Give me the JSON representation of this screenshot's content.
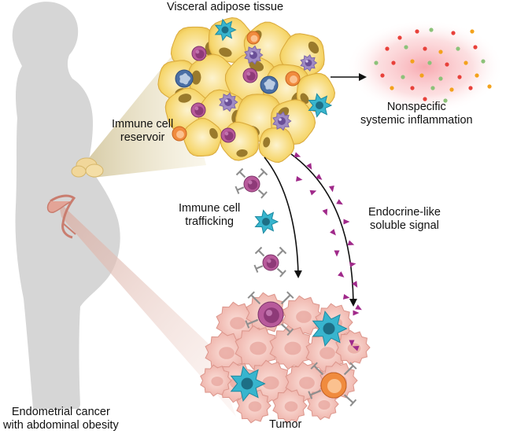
{
  "labels": {
    "visceral": "Visceral adipose tissue",
    "reservoir": [
      "Immune cell",
      "reservoir"
    ],
    "inflammation": [
      "Nonspecific",
      "systemic inflammation"
    ],
    "trafficking": [
      "Immune cell",
      "trafficking"
    ],
    "endocrine": [
      "Endocrine-like",
      "soluble  signal"
    ],
    "patient": [
      "Endometrial cancer",
      "with abdominal obesity"
    ],
    "tumor": "Tumor"
  },
  "colors": {
    "silhouette": "#d6d6d6",
    "adipocyte": "#f5d36a",
    "adipocyte_center": "#fbf0c6",
    "lipid_droplet": "#9a7a2c",
    "tumor_cell": "#f4c7c0",
    "tumor_nucleus": "#e7a49c",
    "t_cell": "#b85a9b",
    "dendritic_cell": "#38b5ce",
    "macrophage": "#4a6fa5",
    "neutrophil": "#f08b3e",
    "eosinophil": "#a08bc4",
    "soluble_signal": "#a0298a",
    "inflammation_glow": "#f7a5ab",
    "dot_red": "#e8413a",
    "dot_green": "#8cc279",
    "dot_orange": "#f3a21c"
  },
  "icons": [
    "woman-silhouette-icon",
    "visceral-fat-icon",
    "uterus-icon",
    "adipocyte-icon",
    "t-cell-icon",
    "dendritic-cell-icon",
    "macrophage-icon",
    "neutrophil-icon",
    "tumor-cell-icon",
    "soluble-signal-icon"
  ]
}
